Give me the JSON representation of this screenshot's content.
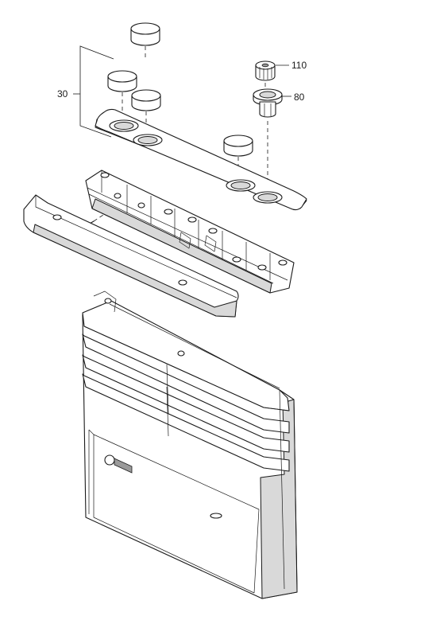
{
  "callouts": {
    "label_30": "30",
    "label_80": "80",
    "label_110": "110"
  },
  "colors": {
    "line": "#1a1a1a",
    "background": "#ffffff",
    "shade": "#d9d9d9"
  },
  "icons": {
    "logo": "brand-logo-icon"
  }
}
